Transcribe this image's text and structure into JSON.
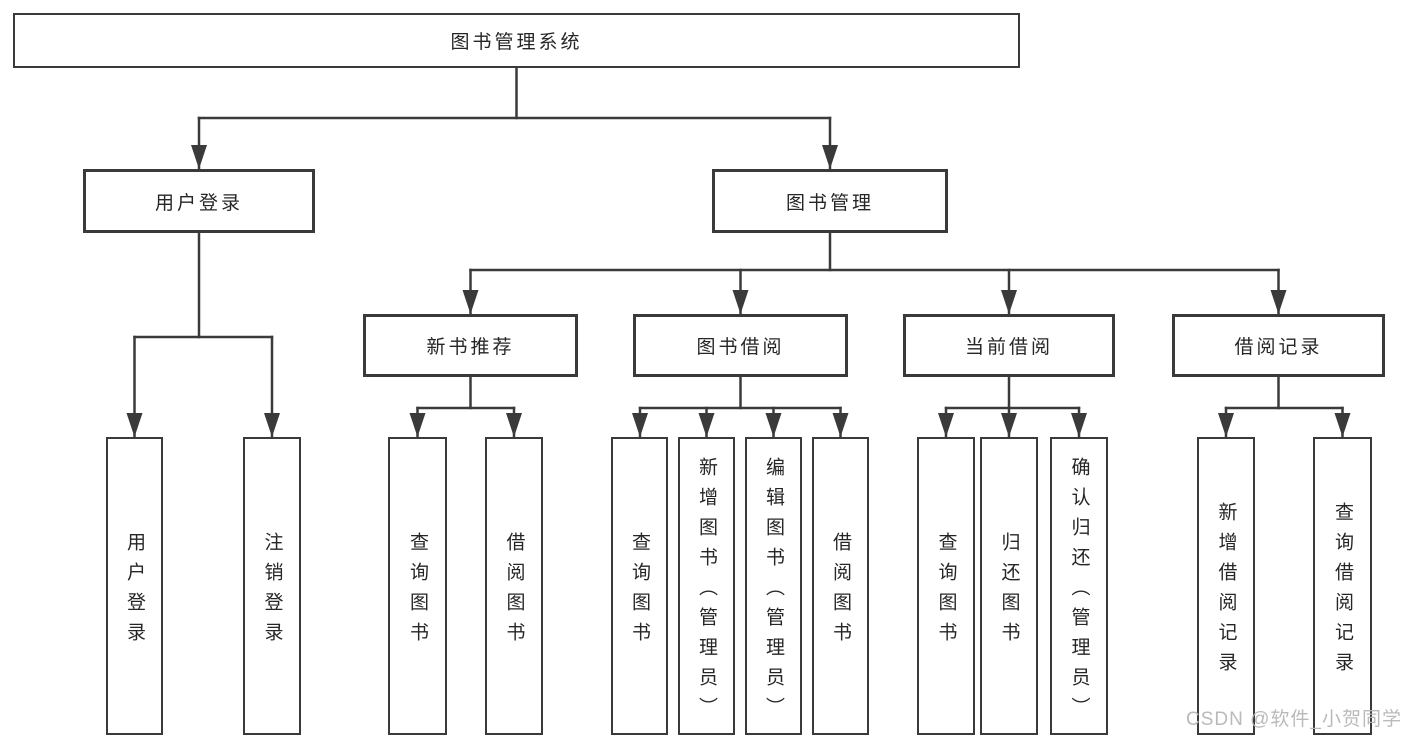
{
  "colors": {
    "background": "#ffffff",
    "line": "#3a3a3a",
    "box_border": "#3a3a3a",
    "text": "#262626",
    "watermark": "#b6b6b6"
  },
  "tree": {
    "root": "图书管理系统",
    "branches": [
      {
        "label": "用户登录",
        "leaves": [
          "用户登录",
          "注销登录"
        ]
      },
      {
        "label": "图书管理",
        "sections": [
          {
            "label": "新书推荐",
            "leaves": [
              "查询图书",
              "借阅图书"
            ]
          },
          {
            "label": "图书借阅",
            "leaves": [
              "查询图书",
              "新增图书（管理员）",
              "编辑图书（管理员）",
              "借阅图书"
            ]
          },
          {
            "label": "当前借阅",
            "leaves": [
              "查询图书",
              "归还图书",
              "确认归还（管理员）"
            ]
          },
          {
            "label": "借阅记录",
            "leaves": [
              "新增借阅记录",
              "查询借阅记录"
            ]
          }
        ]
      }
    ]
  },
  "watermark": "CSDN @软件_小贺同学"
}
